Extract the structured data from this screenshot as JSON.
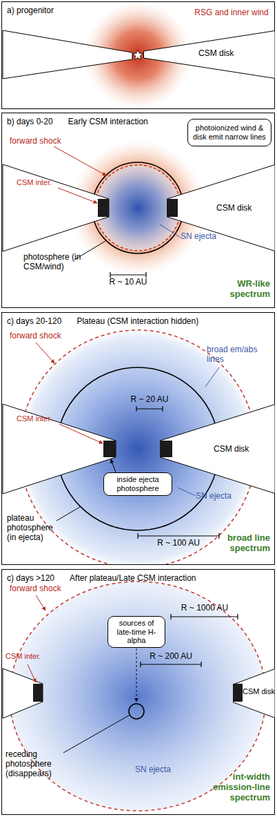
{
  "diagram": {
    "nodes": [
      {
        "text": [
          "a) progenitor"
        ]
      },
      {
        "text": [
          "CSM disk"
        ],
        "in": 0
      },
      {
        "text": [
          "b) days 0-20",
          "Early CSM interaction"
        ]
      },
      {
        "text": [
          "photoionized wind & disk emit narrow lines"
        ],
        "in": 2
      },
      {
        "text": [
          "CSM disk"
        ],
        "in": 2
      },
      {
        "text": [
          "c) days 20-120",
          "Plateau (CSM interaction hidden)"
        ]
      },
      {
        "text": [
          "inside ejecta photosphere"
        ],
        "in": 5
      },
      {
        "text": [
          "CSM disk"
        ],
        "in": 5
      },
      {
        "text": [
          "c) days >120",
          "After plateau/Late CSM interaction"
        ]
      },
      {
        "text": [
          "sources of late-time H-alpha"
        ],
        "in": 8
      },
      {
        "text": [
          "CSM disk"
        ],
        "in": 8
      }
    ],
    "labels": [
      "RSG and inner wind",
      "forward shock",
      "CSM inter.",
      "SN ejecta",
      "photosphere (in CSM/wind)",
      "R ~ 10 AU",
      "WR-like spectrum",
      "forward shock",
      "broad em/abs lines",
      "R ~ 20 AU",
      "CSM inter.",
      "SN ejecta",
      "plateau photosphere (in ejecta)",
      "R ~ 100 AU",
      "broad line spectrum",
      "forward shock",
      "R ~ 1000 AU",
      "R ~ 200 AU",
      "CSM inter.",
      "receding photosphere (disappears)",
      "SN ejecta",
      "int-width emission-line spectrum"
    ]
  }
}
